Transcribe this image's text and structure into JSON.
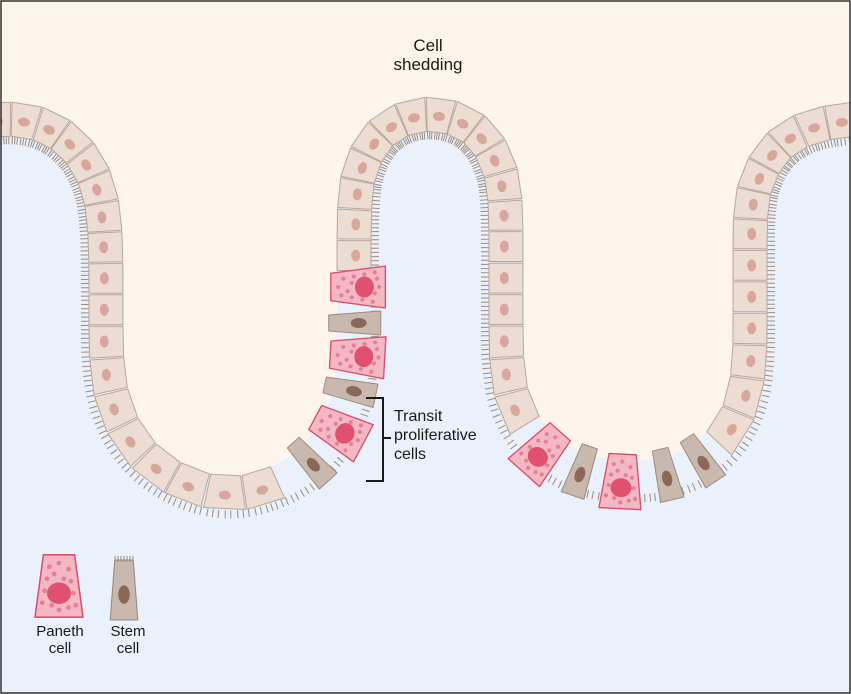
{
  "labels": {
    "cell_shedding": [
      "Cell",
      "shedding"
    ],
    "transit_amplifying": [
      "Transit",
      "proliferative",
      "cells"
    ]
  },
  "legend": [
    {
      "key": "paneth",
      "lines": [
        "Paneth",
        "cell"
      ]
    },
    {
      "key": "stem",
      "lines": [
        "Stem",
        "cell"
      ]
    }
  ],
  "colors": {
    "lumen": "#fdf4ec",
    "tissue": "#eaf1fb",
    "enterocyte": "#ecdcd2",
    "enterocyte_border": "#b9a69a",
    "enterocyte_nucleus": "#d7a79c",
    "stem_cell": "#c9b8ad",
    "stem_nucleus": "#8b6757",
    "paneth_cell": "#f4b7c4",
    "paneth_border": "#d9506d",
    "paneth_nucleus": "#e0506f",
    "paneth_granules": "#e37f96",
    "microvilli": "#9c8a80",
    "bracket": "#1a1a1a",
    "frame": "#333333"
  }
}
